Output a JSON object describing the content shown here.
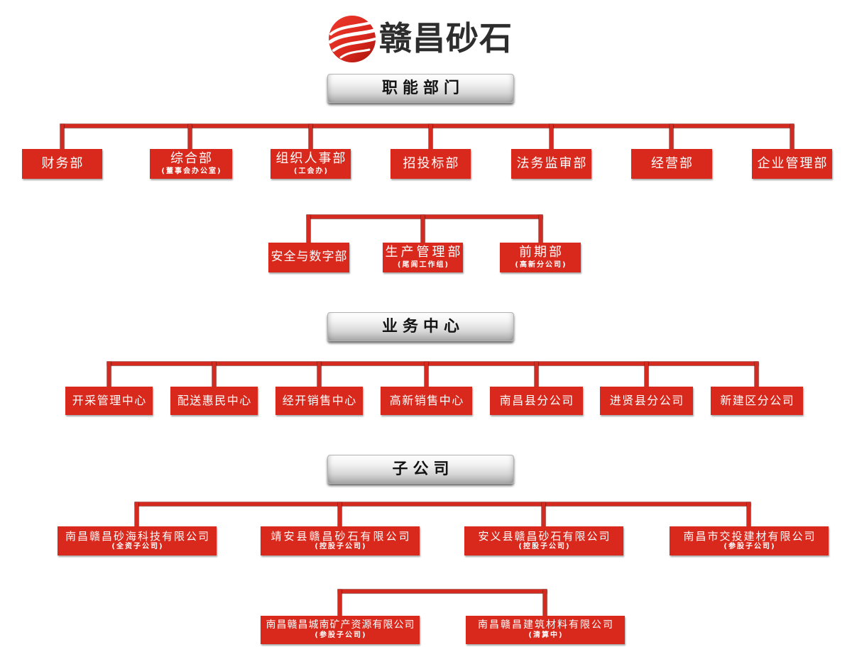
{
  "logo": {
    "icon": "swirl-logo-icon",
    "text": "赣昌砂石"
  },
  "colors": {
    "node": "#d9291d",
    "line": "#d42a1f",
    "header_text": "#141414",
    "logo_text": "#2d2d2d",
    "logo_red": "#d8261c"
  },
  "sections": [
    {
      "title": "职能部门",
      "rows": [
        [
          {
            "name": "财务部"
          },
          {
            "name": "综合部",
            "sub": "(董事会办公室)"
          },
          {
            "name": "组织人事部",
            "sub": "(工会办)"
          },
          {
            "name": "招投标部"
          },
          {
            "name": "法务监审部"
          },
          {
            "name": "经营部"
          },
          {
            "name": "企业管理部"
          }
        ],
        [
          {
            "name": "安全与数字部"
          },
          {
            "name": "生产管理部",
            "sub": "(尾闾工作组)"
          },
          {
            "name": "前期部",
            "sub": "(高新分公司)"
          }
        ]
      ]
    },
    {
      "title": "业务中心",
      "rows": [
        [
          {
            "name": "开采管理中心"
          },
          {
            "name": "配送惠民中心"
          },
          {
            "name": "经开销售中心"
          },
          {
            "name": "高新销售中心"
          },
          {
            "name": "南昌县分公司"
          },
          {
            "name": "进贤县分公司"
          },
          {
            "name": "新建区分公司"
          }
        ]
      ]
    },
    {
      "title": "子公司",
      "rows": [
        [
          {
            "name": "南昌赣昌砂海科技有限公司",
            "sub": "(全资子公司)"
          },
          {
            "name": "靖安县赣昌砂石有限公司",
            "sub": "(控股子公司)"
          },
          {
            "name": "安义县赣昌砂石有限公司",
            "sub": "(控股子公司)"
          },
          {
            "name": "南昌市交投建材有限公司",
            "sub": "(参股子公司)"
          }
        ],
        [
          {
            "name": "南昌赣昌城南矿产资源有限公司",
            "sub": "(参股子公司)"
          },
          {
            "name": "南昌赣昌建筑材料有限公司",
            "sub": "(清算中)"
          }
        ]
      ]
    }
  ]
}
